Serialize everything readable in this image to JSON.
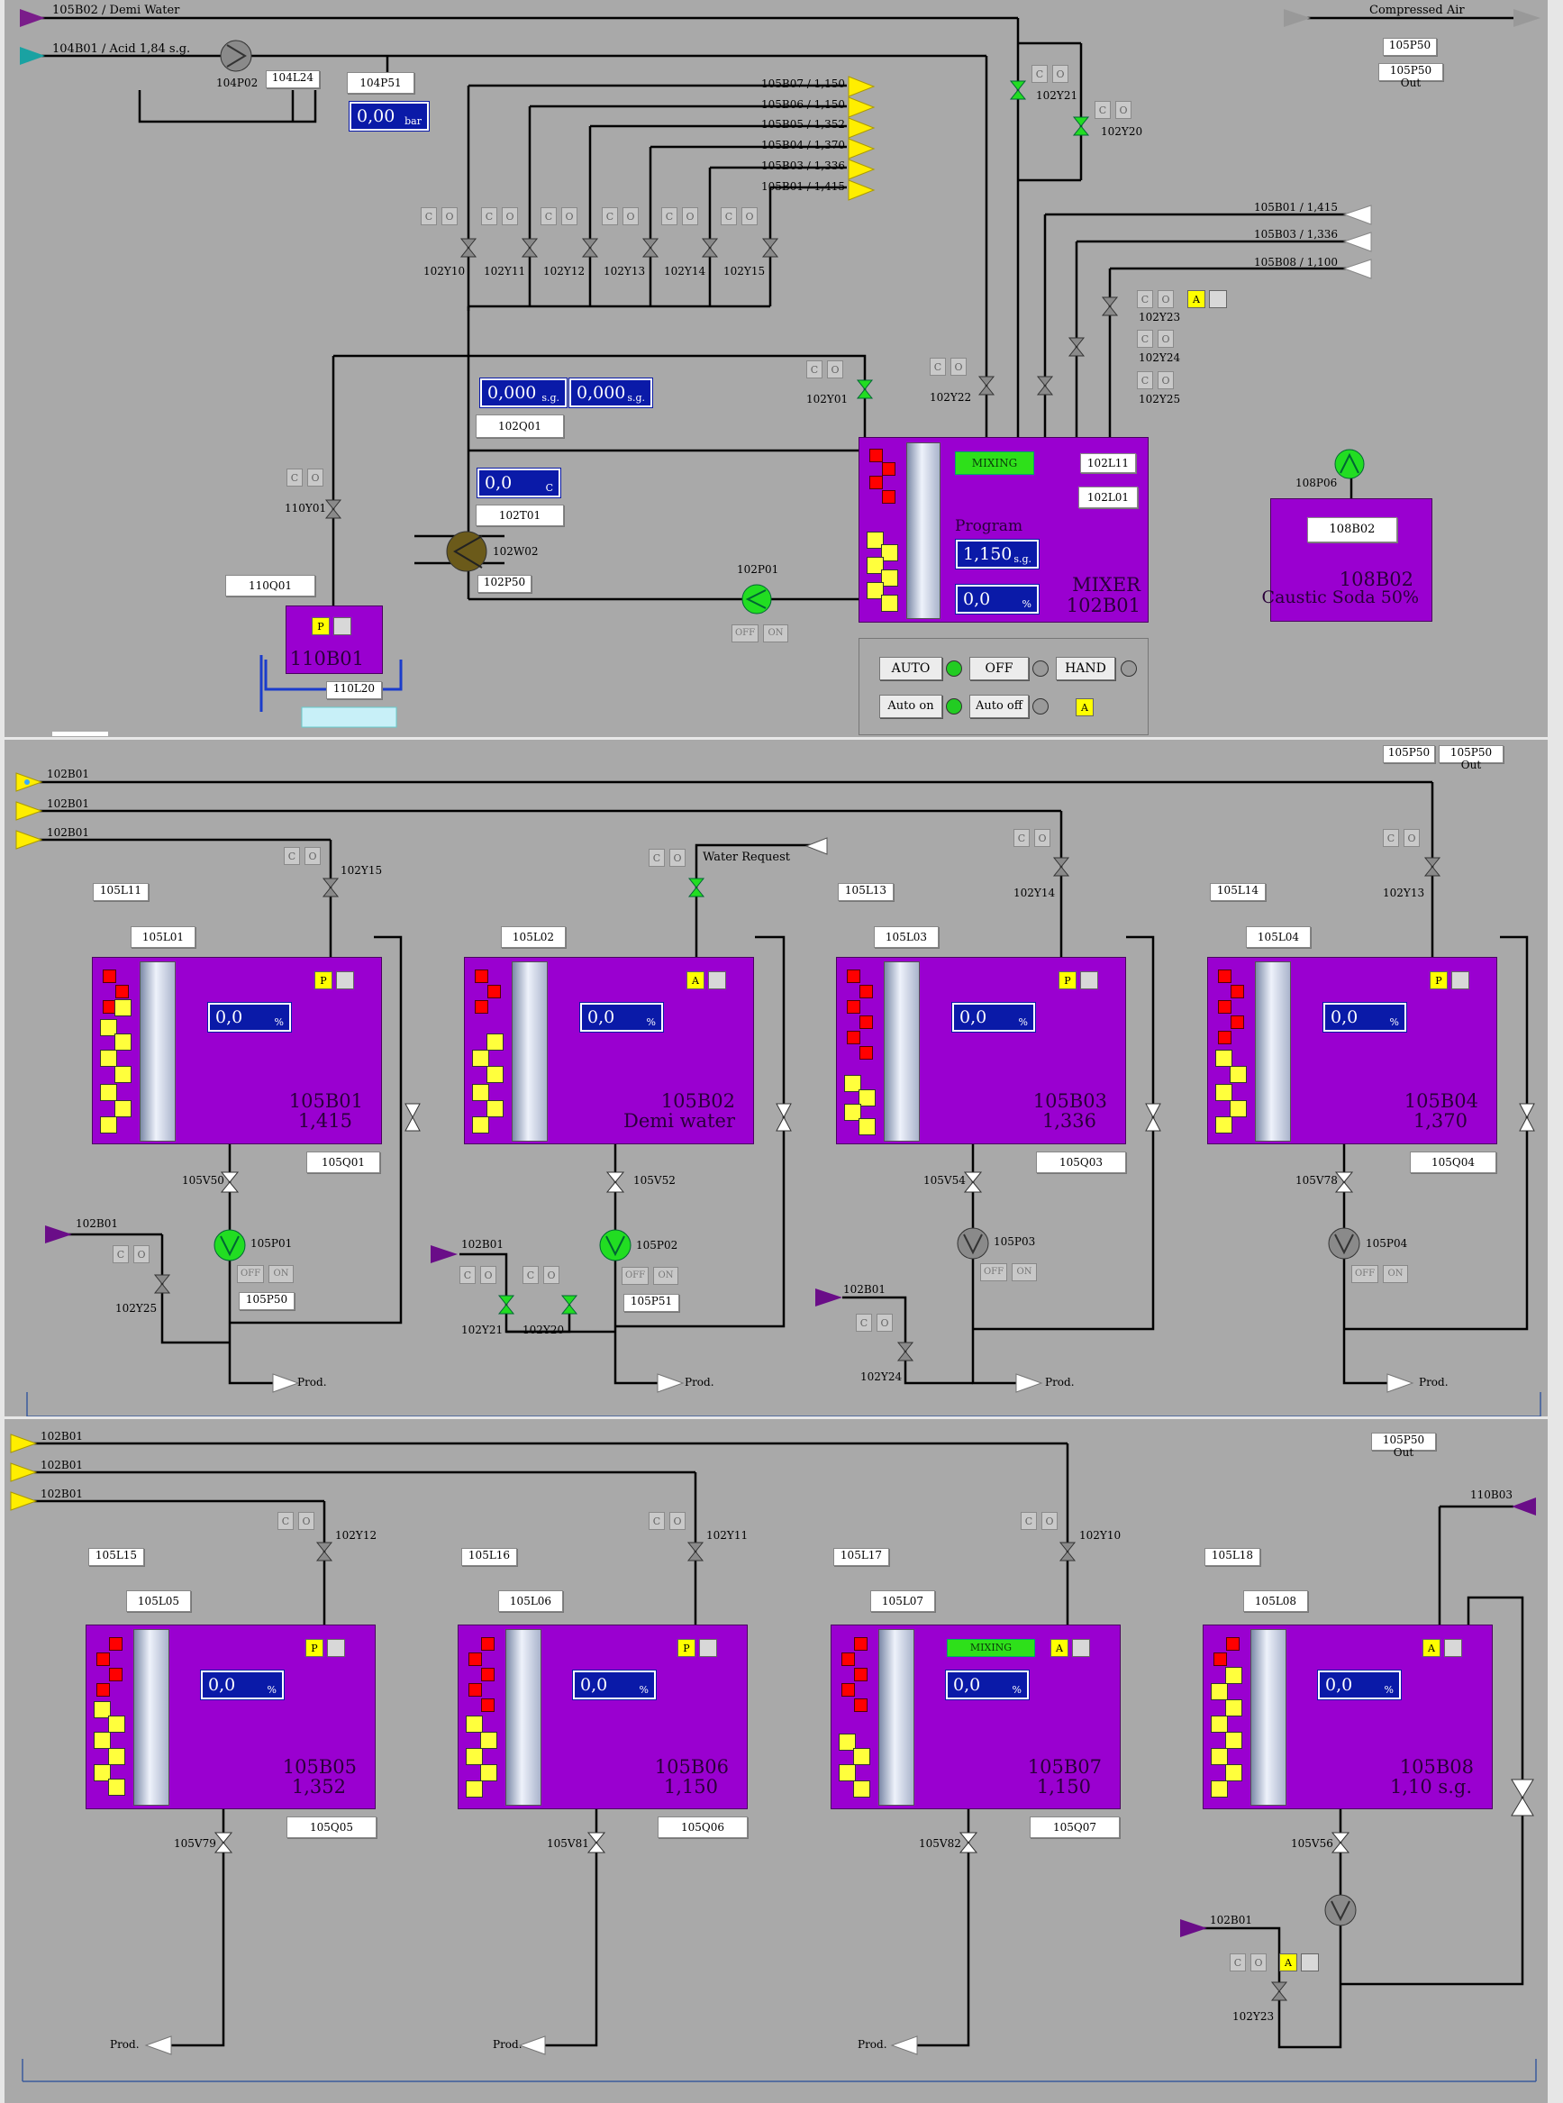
{
  "top": {
    "inlet_demi": "105B02 / Demi Water",
    "inlet_acid": "104B01 / Acid 1,84 s.g.",
    "compressed_air": "Compressed Air",
    "p50": "105P50",
    "p50_out": "105P50 Out",
    "p02": "104P02",
    "l24": "104L24",
    "p51": "104P51",
    "p51_value": "0,00",
    "p51_unit": "bar",
    "outputs": [
      "105B07 / 1,150",
      "105B06 / 1,150",
      "105B05 / 1,352",
      "105B04 / 1,370",
      "105B03 / 1,336",
      "105B01 / 1,415"
    ],
    "row_valves": [
      "102Y10",
      "102Y11",
      "102Y12",
      "102Y13",
      "102Y14",
      "102Y15"
    ],
    "returns": [
      "105B01 / 1,415",
      "105B03 / 1,336",
      "105B08 / 1,100"
    ],
    "y21": "102Y21",
    "y20": "102Y20",
    "y23": "102Y23",
    "y24": "102Y24",
    "y25": "102Y25",
    "y01": "102Y01",
    "y22": "102Y22",
    "y110": "110Y01",
    "q01a": "0,000",
    "q01b": "0,000",
    "sg_unit": "s.g.",
    "q01": "102Q01",
    "t01_value": "0,0",
    "t01_unit": "C",
    "t01": "102T01",
    "w02": "102W02",
    "p50b": "102P50",
    "p01": "102P01",
    "q110": "110Q01",
    "b110": "110B01",
    "l20": "110L20",
    "mixer": {
      "mixing": "MIXING",
      "program": "Program",
      "prog_value": "1,150",
      "prog_unit": "s.g.",
      "level_value": "0,0",
      "level_unit": "%",
      "name1": "MIXER",
      "name2": "102B01",
      "l11": "102L11",
      "l01": "102L01"
    },
    "caustic": {
      "p06": "108P06",
      "tag": "108B02",
      "name1": "108B02",
      "name2": "Caustic Soda 50%"
    },
    "modes": {
      "auto": "AUTO",
      "off": "OFF",
      "hand": "HAND",
      "auto_on": "Auto on",
      "auto_off": "Auto off",
      "a": "A"
    },
    "c": "C",
    "o": "O",
    "off": "OFF",
    "on": "ON",
    "p": "P"
  },
  "sec2": {
    "feed": "102B01",
    "p50": "105P50",
    "p50_out": "105P50 Out",
    "water_request": "Water Request",
    "prod": "Prod.",
    "tanks": [
      {
        "l1": "105L11",
        "l2": "105L01",
        "mode": "P",
        "value": "0,0",
        "unit": "%",
        "name1": "105B01",
        "name2": "1,415",
        "q": "105Q01",
        "v": "105V50",
        "y": "102Y15",
        "pump": "105P01"
      },
      {
        "l1": "",
        "l2": "105L02",
        "mode": "A",
        "value": "0,0",
        "unit": "%",
        "name1": "105B02",
        "name2": "Demi water",
        "q": "",
        "v": "105V52",
        "y": "",
        "pump": "105P02"
      },
      {
        "l1": "105L13",
        "l2": "105L03",
        "mode": "P",
        "value": "0,0",
        "unit": "%",
        "name1": "105B03",
        "name2": "1,336",
        "q": "105Q03",
        "v": "105V54",
        "y": "102Y14",
        "pump": "105P03"
      },
      {
        "l1": "105L14",
        "l2": "105L04",
        "mode": "P",
        "value": "0,0",
        "unit": "%",
        "name1": "105B04",
        "name2": "1,370",
        "q": "105Q04",
        "v": "105V78",
        "y": "102Y13",
        "pump": "105P04"
      }
    ],
    "y25": "102Y25",
    "p50b": "105P50",
    "y21": "102Y21",
    "y20": "102Y20",
    "p51": "105P51",
    "y24": "102Y24"
  },
  "sec3": {
    "feed": "102B01",
    "p50_out": "105P50 Out",
    "b03": "110B03",
    "prod": "Prod.",
    "tanks": [
      {
        "l1": "105L15",
        "l2": "105L05",
        "mode": "P",
        "value": "0,0",
        "unit": "%",
        "name1": "105B05",
        "name2": "1,352",
        "q": "105Q05",
        "v": "105V79",
        "y": "102Y12"
      },
      {
        "l1": "105L16",
        "l2": "105L06",
        "mode": "P",
        "value": "0,0",
        "unit": "%",
        "name1": "105B06",
        "name2": "1,150",
        "q": "105Q06",
        "v": "105V81",
        "y": "102Y11"
      },
      {
        "l1": "105L17",
        "l2": "105L07",
        "mode": "A",
        "value": "0,0",
        "unit": "%",
        "name1": "105B07",
        "name2": "1,150",
        "q": "105Q07",
        "v": "105V82",
        "y": "102Y10",
        "mixing": "MIXING"
      },
      {
        "l1": "105L18",
        "l2": "105L08",
        "mode": "A",
        "value": "0,0",
        "unit": "%",
        "name1": "105B08",
        "name2": "1,10 s.g.",
        "q": "",
        "v": "105V56",
        "y": ""
      }
    ],
    "y23": "102Y23"
  },
  "colors": {
    "tank": "#9a00d0",
    "display": "#0a1aa8",
    "pipe": "#000000",
    "alarm": "#ff0000",
    "warn": "#ffff3c",
    "run": "#22dd22"
  }
}
